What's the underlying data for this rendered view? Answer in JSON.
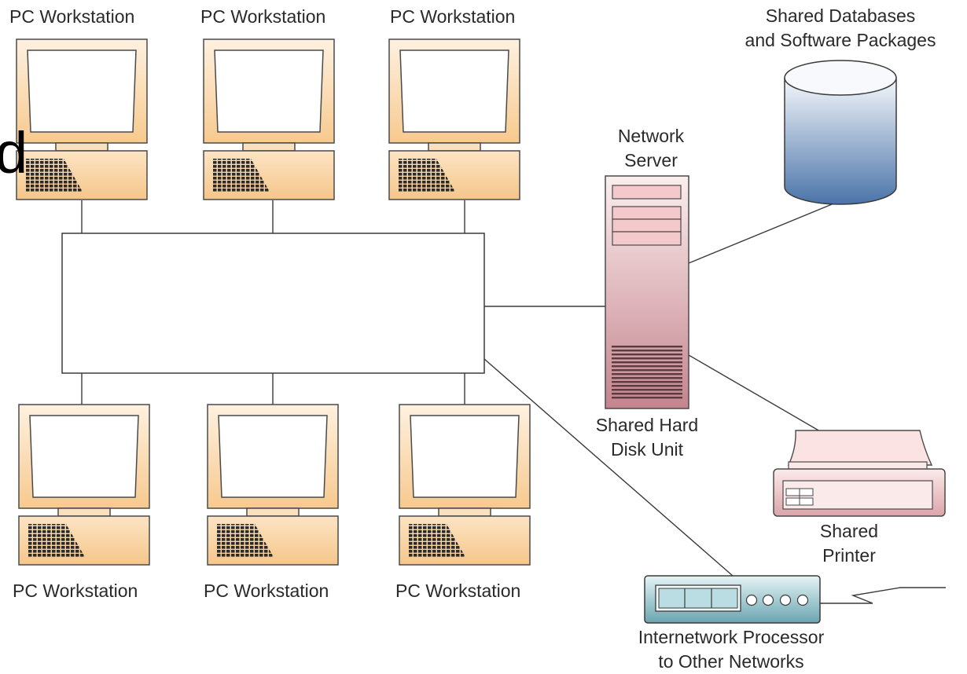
{
  "partial_letter": "d",
  "workstation_label": "PC Workstation",
  "server": {
    "title_line1": "Network",
    "title_line2": "Server",
    "disk_line1": "Shared Hard",
    "disk_line2": "Disk Unit"
  },
  "database": {
    "line1": "Shared Databases",
    "line2": "and Software Packages"
  },
  "printer": {
    "line1": "Shared",
    "line2": "Printer"
  },
  "internetwork": {
    "line1": "Internetwork Processor",
    "line2": "to Other Networks"
  },
  "colors": {
    "workstation_light": "#fde9cf",
    "workstation_dark": "#f6c88c",
    "server_light": "#f8e4e4",
    "server_dark": "#c98d96",
    "database_light": "#eef3fa",
    "database_dark": "#4f79ad",
    "router_light": "#cfe9ee",
    "router_dark": "#5f9eaa"
  }
}
